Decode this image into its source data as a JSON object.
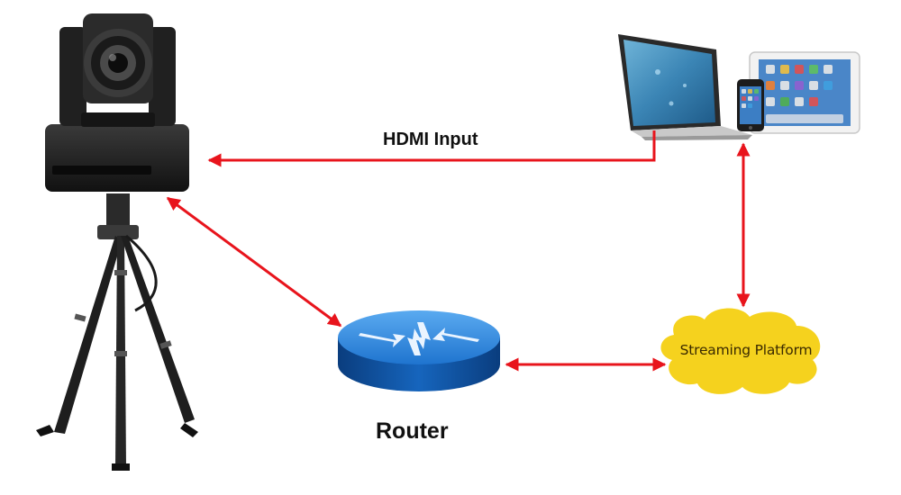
{
  "labels": {
    "hdmi_input": "HDMI Input",
    "router": "Router",
    "streaming_platform": "Streaming Platform"
  },
  "devices": [
    "ptz-camera",
    "tripod",
    "laptop",
    "tablet",
    "smartphone",
    "router",
    "streaming-cloud"
  ],
  "colors": {
    "arrow": "#e8141c",
    "router_top": "#2f8be0",
    "router_side": "#0d4f9e",
    "cloud": "#f5d21e",
    "camera_body": "#1d1d1d"
  }
}
